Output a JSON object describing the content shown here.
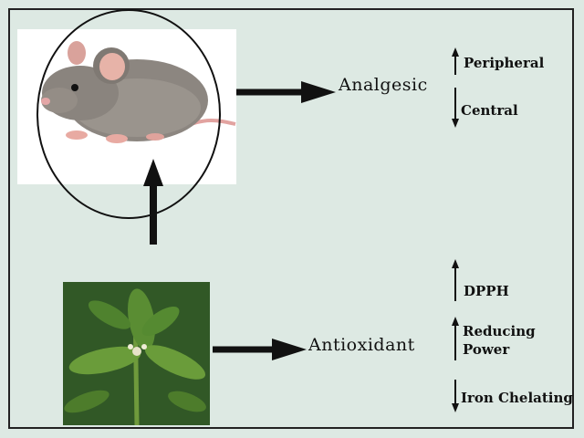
{
  "diagram": {
    "analgesic": {
      "label": "Analgesic",
      "effects": [
        {
          "label": "Peripheral",
          "direction": "up"
        },
        {
          "label": "Central",
          "direction": "down"
        }
      ]
    },
    "antioxidant": {
      "label": "Antioxidant",
      "effects": [
        {
          "label": "DPPH",
          "direction": "up"
        },
        {
          "label": "Reducing\nPower",
          "direction": "up"
        },
        {
          "label": "Iron Chelating",
          "direction": "down"
        }
      ]
    },
    "images": {
      "top": "mouse",
      "bottom": "plant"
    }
  }
}
